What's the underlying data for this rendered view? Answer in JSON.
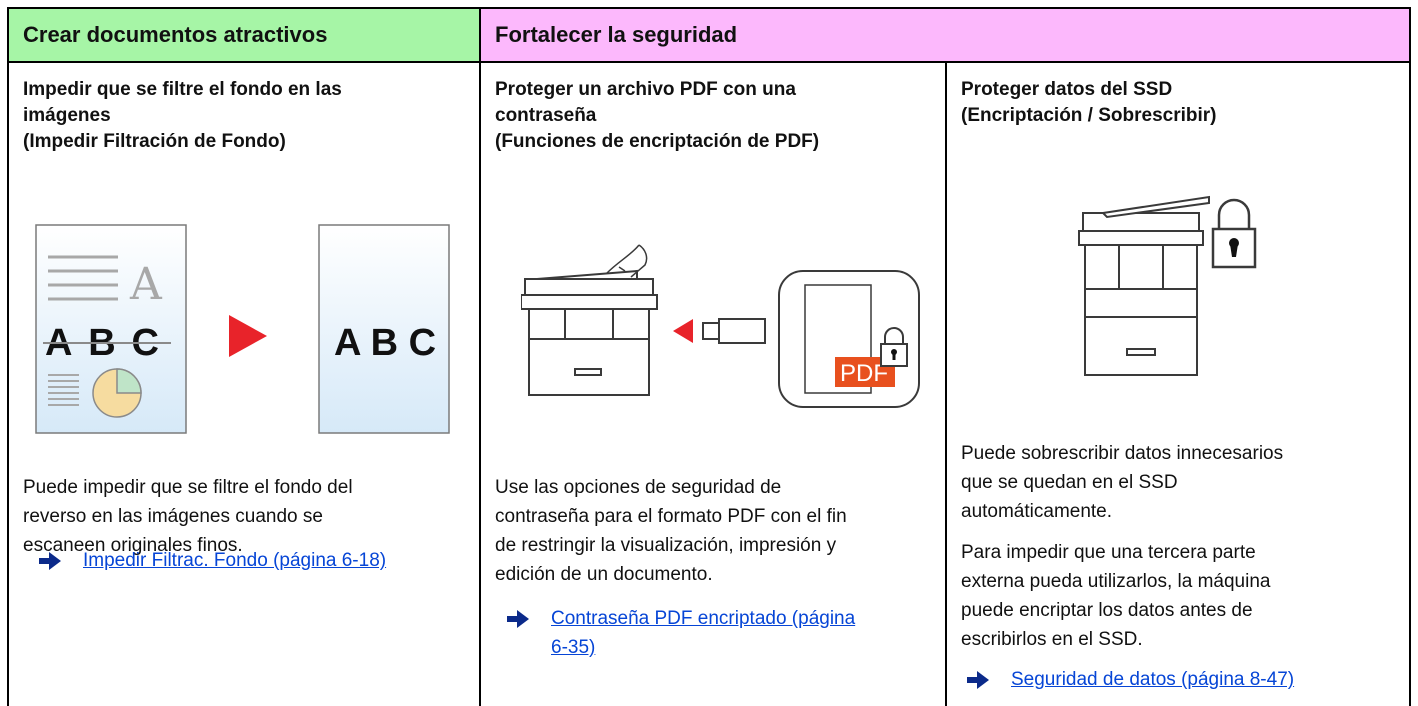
{
  "headers": {
    "left": "Crear documentos atractivos",
    "right": "Fortalecer la seguridad"
  },
  "columns": [
    {
      "title_lines": [
        "Impedir que se filtre el fondo en las",
        "imágenes",
        "(Impedir Filtración de Fondo)"
      ],
      "illustration": {
        "before_text": "ABC",
        "after_text": "A B C",
        "small_letter": "A"
      },
      "desc_lines": [
        "Puede impedir que se filtre el fondo del",
        "reverso en las imágenes cuando se",
        "escaneen originales finos."
      ],
      "link_lines": [
        "Impedir Filtrac. Fondo (página 6-18)"
      ]
    },
    {
      "title_lines": [
        "Proteger un archivo PDF con una",
        "contraseña",
        "(Funciones de encriptación de PDF)"
      ],
      "illustration": {
        "badge": "PDF"
      },
      "desc_lines": [
        "Use las opciones de seguridad de",
        "contraseña para el formato PDF con el fin",
        "de restringir la visualización, impresión y",
        "edición de un documento."
      ],
      "link_lines": [
        "Contraseña PDF encriptado (página",
        "6-35)"
      ]
    },
    {
      "title_lines": [
        "Proteger datos del SSD",
        "(Encriptación / Sobrescribir)"
      ],
      "desc1_lines": [
        "Puede sobrescribir datos innecesarios",
        "que se quedan en el SSD",
        "automáticamente."
      ],
      "desc2_lines": [
        "Para impedir que una tercera parte",
        "externa pueda utilizarlos, la máquina",
        "puede encriptar los datos antes de",
        "escribirlos en el SSD."
      ],
      "link_lines": [
        "Seguridad de datos (página 8-47)"
      ]
    }
  ],
  "colors": {
    "header_left_bg": "#a6f5a6",
    "header_right_bg": "#fcb8fc",
    "link": "#0645d6",
    "accent_red": "#e8232a",
    "pdf_badge": "#e8501e"
  }
}
